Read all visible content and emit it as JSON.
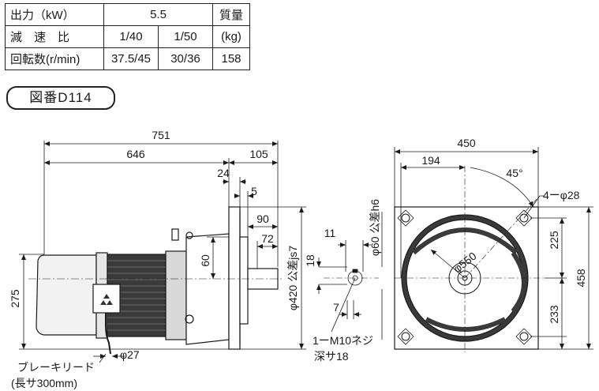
{
  "spec_table": {
    "output_label": "出力（kW）",
    "output_value": "5.5",
    "mass_label_1": "質量",
    "ratio_label": "減　速　比",
    "ratio_1": "1/40",
    "ratio_2": "1/50",
    "mass_label_2": "(kg)",
    "speed_label": "回転数(r/min)",
    "speed_1": "37.5/45",
    "speed_2": "30/36",
    "mass_value": "158"
  },
  "figure_label": "図番D114",
  "dims": {
    "overall_length": "751",
    "body_length": "646",
    "flange_to_end": "105",
    "d24": "24",
    "d5": "5",
    "d90": "90",
    "d72": "72",
    "d60_h": "60",
    "height_275": "275",
    "flange_dia": "φ420 公差js7",
    "lead_dia": "φ27",
    "lead_label_1": "ブレーキリード",
    "lead_label_2": "(長サ300mm)",
    "shaft_dia": "φ60 公差h6",
    "key_11": "11",
    "key_18": "18",
    "key_7": "7",
    "tap_label_1": "1ーM10ネジ",
    "tap_label_2": "深サ18",
    "width_450": "450",
    "d194": "194",
    "angle_45": "45°",
    "holes": "4ーφ28",
    "pcd_550": "φ550",
    "d225": "225",
    "d458": "458",
    "d233": "233"
  }
}
